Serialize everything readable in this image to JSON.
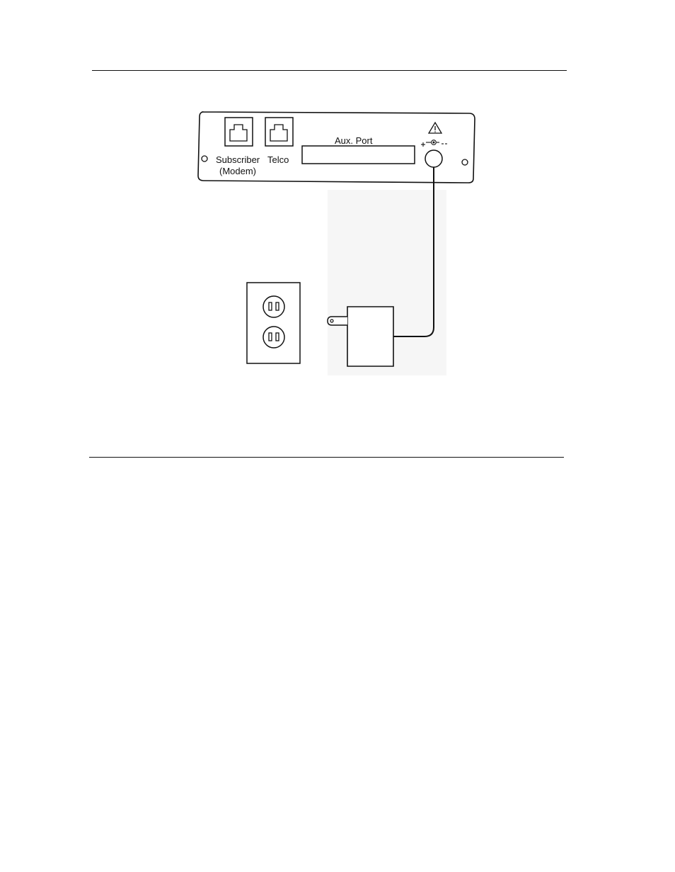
{
  "device_panel": {
    "subscriber_label": "Subscriber",
    "subscriber_sublabel": "(Modem)",
    "telco_label": "Telco",
    "aux_port_label": "Aux. Port",
    "power_polarity_symbol": "+ -⊙- -",
    "warning_icon": "warning-triangle-icon"
  },
  "wall_outlet": {
    "icon": "duplex-outlet-icon"
  },
  "power_adapter": {
    "icon": "ac-adapter-icon"
  }
}
